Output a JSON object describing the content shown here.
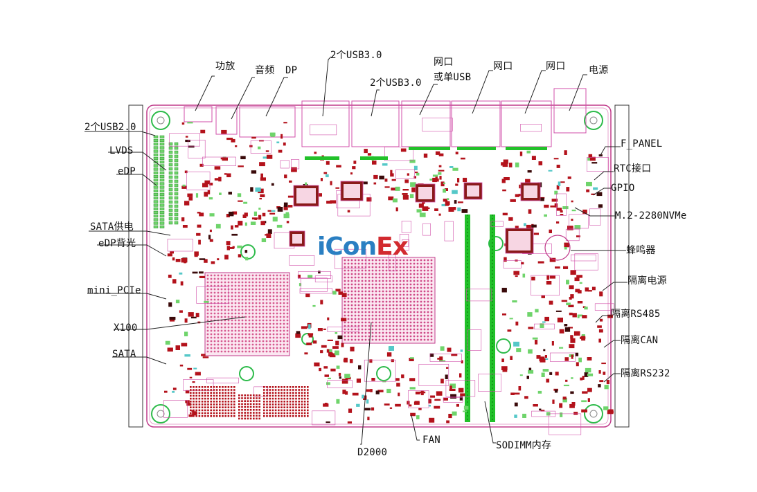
{
  "labels": {
    "top_gongfang": "功放",
    "top_yinpin": "音频",
    "top_dp": "DP",
    "top_usb30_a": "2个USB3.0",
    "top_usb30_b": "2个USB3.0",
    "top_wangkou1_line1": "网口",
    "top_wangkou1_line2": "或单USB",
    "top_wangkou2": "网口",
    "top_wangkou3": "网口",
    "top_dianyuan": "电源",
    "left_usb20": "2个USB2.0",
    "left_lvds": "LVDS",
    "left_edp": "eDP",
    "left_sata_power": "SATA供电",
    "left_edp_backlight": "eDP背光",
    "left_mini_pcie": "mini_PCIe",
    "left_x100": "X100",
    "left_sata": "SATA",
    "right_f_panel": "F_PANEL",
    "right_rtc": "RTC接口",
    "right_gpio": "GPIO",
    "right_m2": "M.2-2280NVMe",
    "right_buzzer": "蜂鸣器",
    "right_iso_power": "隔离电源",
    "right_iso_rs485": "隔离RS485",
    "right_iso_can": "隔离CAN",
    "right_iso_rs232": "隔离RS232",
    "bottom_d2000": "D2000",
    "bottom_fan": "FAN",
    "bottom_sodimm": "SODIMM内存"
  },
  "watermark": {
    "part1": "iCon",
    "part2": "Ex"
  },
  "colors": {
    "board_outline": "#c03a8a",
    "trace_magenta": "#d04ea8",
    "component_red": "#b3121b",
    "component_dark": "#3a0a0a",
    "slot_green": "#22c12a",
    "pad_green": "#6fd46b",
    "pad_cyan": "#55c8c8",
    "leader_line": "#222222",
    "brand_blue": "#2a7fc2",
    "brand_red": "#d22a2f"
  }
}
